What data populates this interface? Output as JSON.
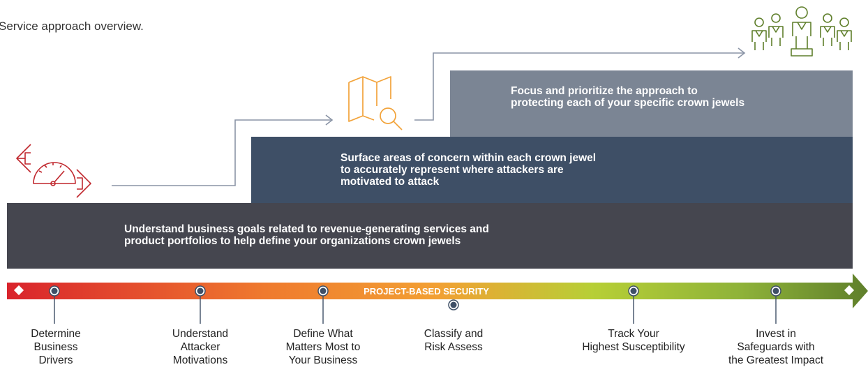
{
  "caption": "Service approach overview.",
  "bands": [
    {
      "text": "Understand business goals related to revenue-generating services and\nproduct portfolios to help define your organizations crown jewels",
      "color": "#45464f"
    },
    {
      "text": "Surface areas of concern within each crown jewel\nto accurately represent where attackers are\nmotivated to attack",
      "color": "#3e4f66"
    },
    {
      "text": "Focus and prioritize the approach to\nprotecting each of your specific crown jewels",
      "color": "#7b8594"
    }
  ],
  "timeline": {
    "label": "PROJECT-BASED SECURITY",
    "gradient": [
      "#d9232c",
      "#ef7a2e",
      "#f2a033",
      "#b7cf36",
      "#8fb339",
      "#5f7f2b"
    ]
  },
  "steps": [
    {
      "label": "Determine\nBusiness\nDrivers"
    },
    {
      "label": "Understand\nAttacker\nMotivations"
    },
    {
      "label": "Define What\nMatters Most to\nYour Business"
    },
    {
      "label": "Classify and\nRisk Assess"
    },
    {
      "label": "Track Your\nHighest Susceptibility"
    },
    {
      "label": "Invest in\nSafeguards with\nthe Greatest Impact"
    }
  ],
  "icons": {
    "speedometer": "speedometer-arrows-icon",
    "map_search": "map-search-icon",
    "team": "team-icon"
  },
  "colors": {
    "red_icon": "#c0272d",
    "orange_icon": "#f2a33a",
    "green_icon": "#5f7f2b",
    "connector": "#8a94a6"
  }
}
